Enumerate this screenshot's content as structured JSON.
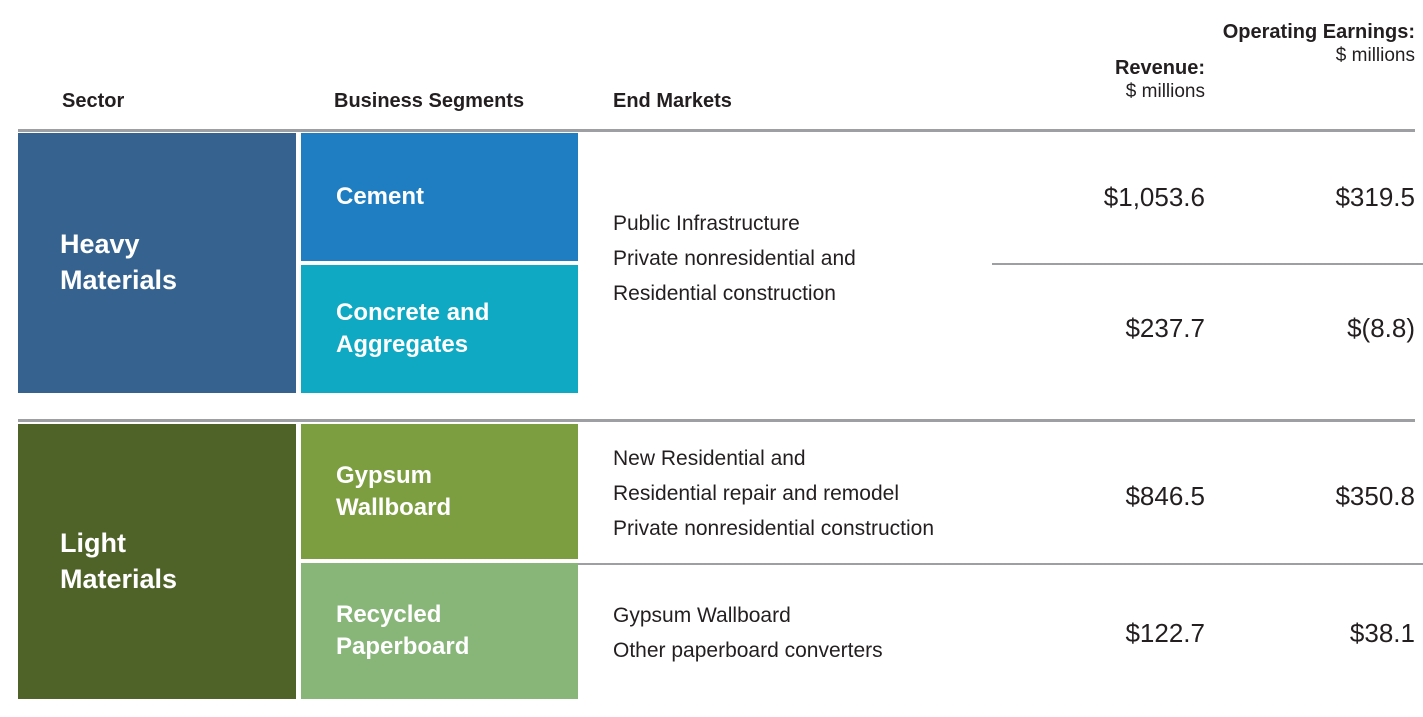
{
  "headers": {
    "sector": "Sector",
    "business_segments": "Business Segments",
    "end_markets": "End Markets",
    "revenue_title": "Revenue:",
    "revenue_sub": "$ millions",
    "earnings_title": "Operating Earnings:",
    "earnings_sub": "$ millions"
  },
  "colors": {
    "heavy_sector": "#35628f",
    "cement": "#1f7ec1",
    "concrete": "#0fa9c3",
    "light_sector": "#4f6228",
    "gypsum": "#7d9e40",
    "paperboard": "#88b578",
    "rule": "#9d9fa2",
    "text": "#231f20"
  },
  "sectors": [
    {
      "name": "Heavy\nMaterials",
      "segments": [
        {
          "name": "Cement",
          "end_markets": "Public Infrastructure\nPrivate nonresidential and\nResidential construction",
          "revenue": "$1,053.6",
          "operating_earnings": "$319.5"
        },
        {
          "name": "Concrete and\nAggregates",
          "end_markets": "",
          "revenue": "$237.7",
          "operating_earnings": "$(8.8)"
        }
      ]
    },
    {
      "name": "Light\nMaterials",
      "segments": [
        {
          "name": "Gypsum\nWallboard",
          "end_markets": "New Residential and\nResidential repair and remodel\nPrivate nonresidential construction",
          "revenue": "$846.5",
          "operating_earnings": "$350.8"
        },
        {
          "name": "Recycled\nPaperboard",
          "end_markets": "Gypsum Wallboard\nOther paperboard converters",
          "revenue": "$122.7",
          "operating_earnings": "$38.1"
        }
      ]
    }
  ]
}
